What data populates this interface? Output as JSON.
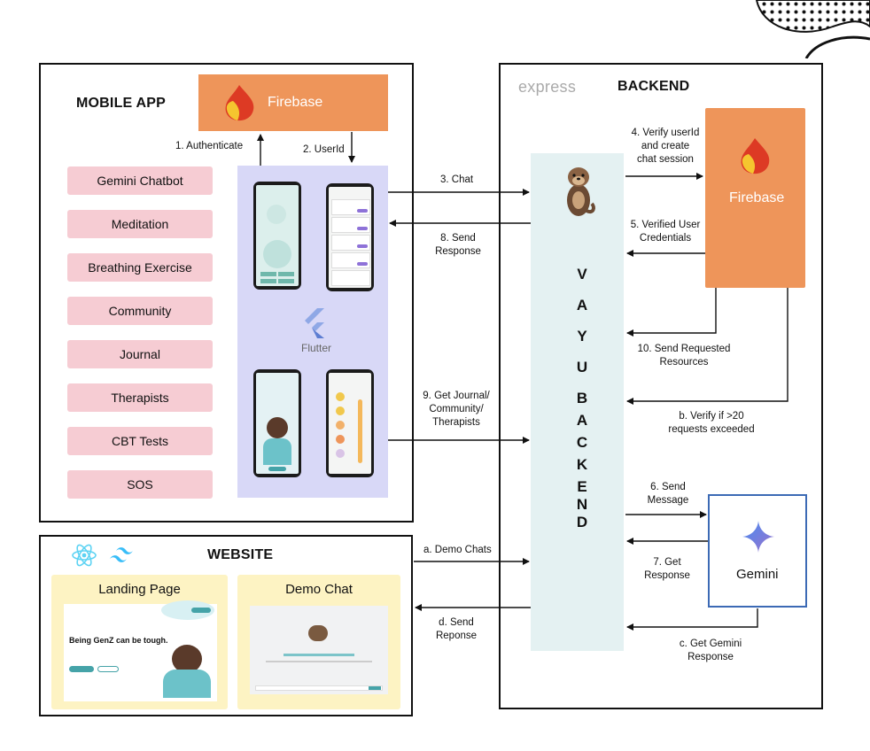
{
  "mobile": {
    "title": "MOBILE APP",
    "firebase_label": "Firebase",
    "features": [
      "Gemini Chatbot",
      "Meditation",
      "Breathing Exercise",
      "Community",
      "Journal",
      "Therapists",
      "CBT Tests",
      "SOS"
    ],
    "flutter_label": "Flutter",
    "authenticate": "1.  Authenticate",
    "userid": "2. UserId"
  },
  "backend": {
    "title": "BACKEND",
    "express_label": "express",
    "firebase_label": "Firebase",
    "gemini_label": "Gemini",
    "vertical_letters": [
      "V",
      "A",
      "Y",
      "U",
      "",
      "B",
      "A",
      "C",
      "K",
      "E",
      "N",
      "D"
    ]
  },
  "website": {
    "title": "WEBSITE",
    "landing_title": "Landing Page",
    "demo_title": "Demo Chat",
    "landing_headline": "Being GenZ can be tough."
  },
  "arrows": {
    "chat": "3. Chat",
    "send_response_1": "8. Send",
    "send_response_2": "Response",
    "get_journal_1": "9. Get Journal/",
    "get_journal_2": "Community/",
    "get_journal_3": "Therapists",
    "verify_1": "4. Verify userId",
    "verify_2": "and create",
    "verify_3": "chat session",
    "verified_1": "5. Verified User",
    "verified_2": "Credentials",
    "send_requested_1": "10. Send Requested",
    "send_requested_2": "Resources",
    "verify_b_1": "b. Verify if >20",
    "verify_b_2": "requests exceeded",
    "send_message_1": "6. Send",
    "send_message_2": "Message",
    "get_response_1": "7. Get",
    "get_response_2": "Response",
    "get_gemini_1": "c. Get Gemini",
    "get_gemini_2": "Response",
    "demo_chats": "a. Demo Chats",
    "send_reponse_d_1": "d. Send",
    "send_reponse_d_2": "Reponse"
  },
  "colors": {
    "firebase": "#ee955a",
    "feature_pink": "#f6ccd3",
    "flutter_panel": "#d8d8f7",
    "backend_column": "#e4f1f2",
    "card_yellow": "#fdf3c3",
    "gemini_border": "#3c6ab5"
  }
}
